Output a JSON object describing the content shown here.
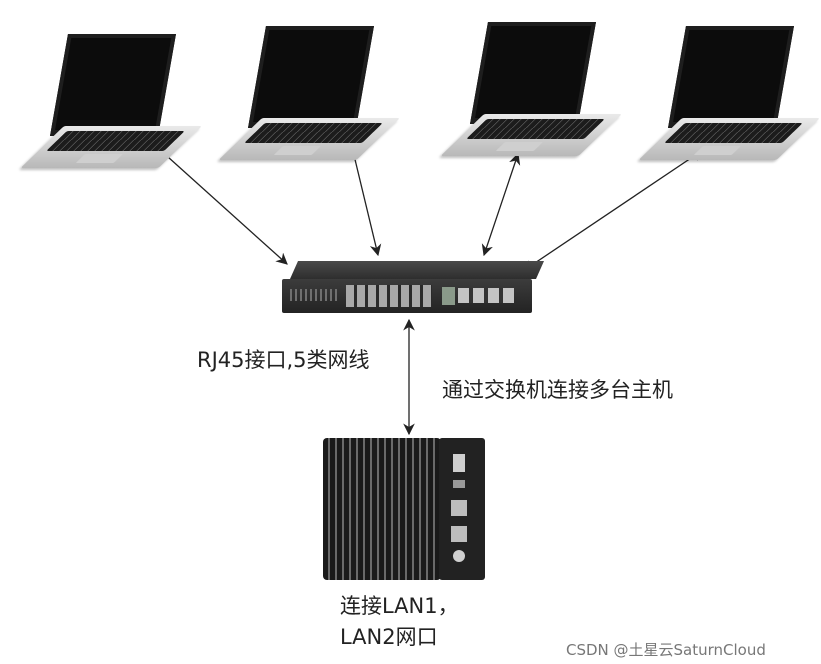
{
  "labels": {
    "switch_to_host": "RJ45接口,5类网线",
    "description": "通过交换机连接多台主机",
    "lan_line1": "连接LAN1，",
    "lan_line2": "LAN2网口"
  },
  "watermark": "CSDN @土星云SaturnCloud",
  "devices": {
    "laptops": [
      "laptop-icon",
      "laptop-icon",
      "laptop-icon",
      "laptop-icon"
    ],
    "switch": "network-switch-icon",
    "host": "edge-server-icon"
  },
  "colors": {
    "arrow": "#222222",
    "text": "#222222"
  }
}
